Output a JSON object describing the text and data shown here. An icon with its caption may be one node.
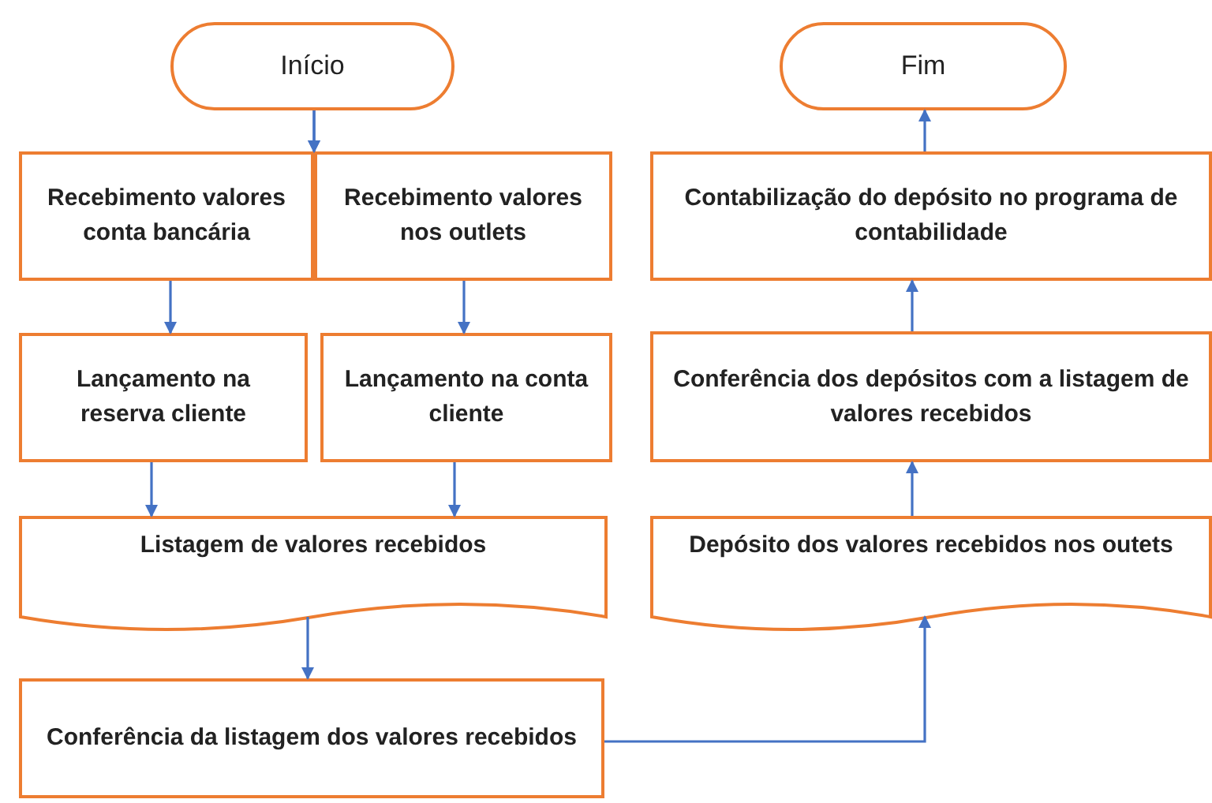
{
  "diagram": {
    "nodes": [
      {
        "text": [
          "Início"
        ]
      },
      {
        "text": [
          "Recebimento valores conta bancária"
        ]
      },
      {
        "text": [
          "Recebimento valores nos outlets"
        ]
      },
      {
        "text": [
          "Lançamento na reserva cliente"
        ]
      },
      {
        "text": [
          "Lançamento na conta cliente"
        ]
      },
      {
        "text": [
          "Listagem de valores recebidos"
        ]
      },
      {
        "text": [
          "Conferência da listagem dos valores recebidos"
        ]
      },
      {
        "text": [
          "Depósito dos valores recebidos nos outets"
        ]
      },
      {
        "text": [
          "Conferência dos depósitos com a listagem de valores recebidos"
        ]
      },
      {
        "text": [
          "Contabilização do depósito no programa de contabilidade"
        ]
      },
      {
        "text": [
          "Fim"
        ]
      }
    ],
    "edges": [
      {
        "from": 0,
        "to": 1,
        "arrow": "to"
      },
      {
        "from": 0,
        "to": 2,
        "arrow": "to"
      },
      {
        "from": 1,
        "to": 3,
        "arrow": "to"
      },
      {
        "from": 2,
        "to": 4,
        "arrow": "to"
      },
      {
        "from": 3,
        "to": 5,
        "arrow": "to"
      },
      {
        "from": 4,
        "to": 5,
        "arrow": "to"
      },
      {
        "from": 5,
        "to": 6,
        "arrow": "to"
      },
      {
        "from": 6,
        "to": 7,
        "arrow": "to"
      },
      {
        "from": 7,
        "to": 8,
        "arrow": "to"
      },
      {
        "from": 8,
        "to": 9,
        "arrow": "to"
      },
      {
        "from": 9,
        "to": 10,
        "arrow": "to"
      }
    ]
  }
}
